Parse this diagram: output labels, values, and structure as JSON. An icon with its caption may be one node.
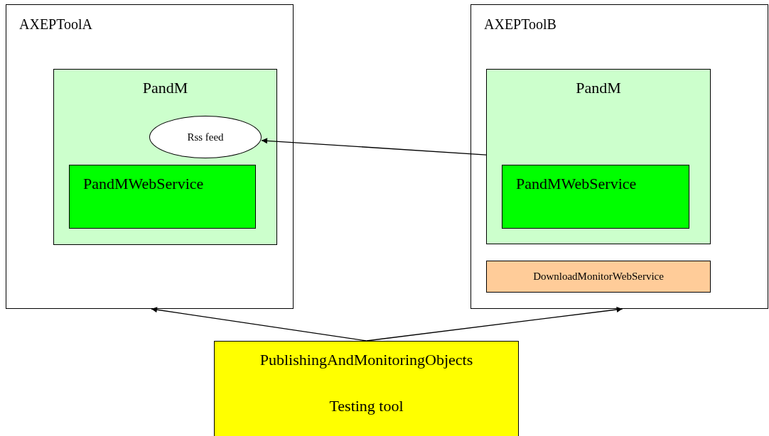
{
  "diagram": {
    "nodes": [
      {
        "text": [
          "AXEPToolA"
        ]
      },
      {
        "text": [
          "PandM"
        ],
        "in": 0
      },
      {
        "text": [
          "Rss feed"
        ],
        "in": 1
      },
      {
        "text": [
          "PandMWebService"
        ],
        "in": 1
      },
      {
        "text": [
          "AXEPToolB"
        ]
      },
      {
        "text": [
          "PandM"
        ],
        "in": 4
      },
      {
        "text": [
          "PandMWebService"
        ],
        "in": 5
      },
      {
        "text": [
          "DownloadMonitorWebService"
        ],
        "in": 4
      },
      {
        "text": [
          "PublishingAndMonitoringObjects",
          "Testing tool"
        ]
      }
    ],
    "edges": [
      {
        "from": 5,
        "to": 2,
        "arrow": "to"
      },
      {
        "from": 8,
        "to": 0,
        "arrow": "to"
      },
      {
        "from": 8,
        "to": 4,
        "arrow": "to"
      }
    ]
  }
}
